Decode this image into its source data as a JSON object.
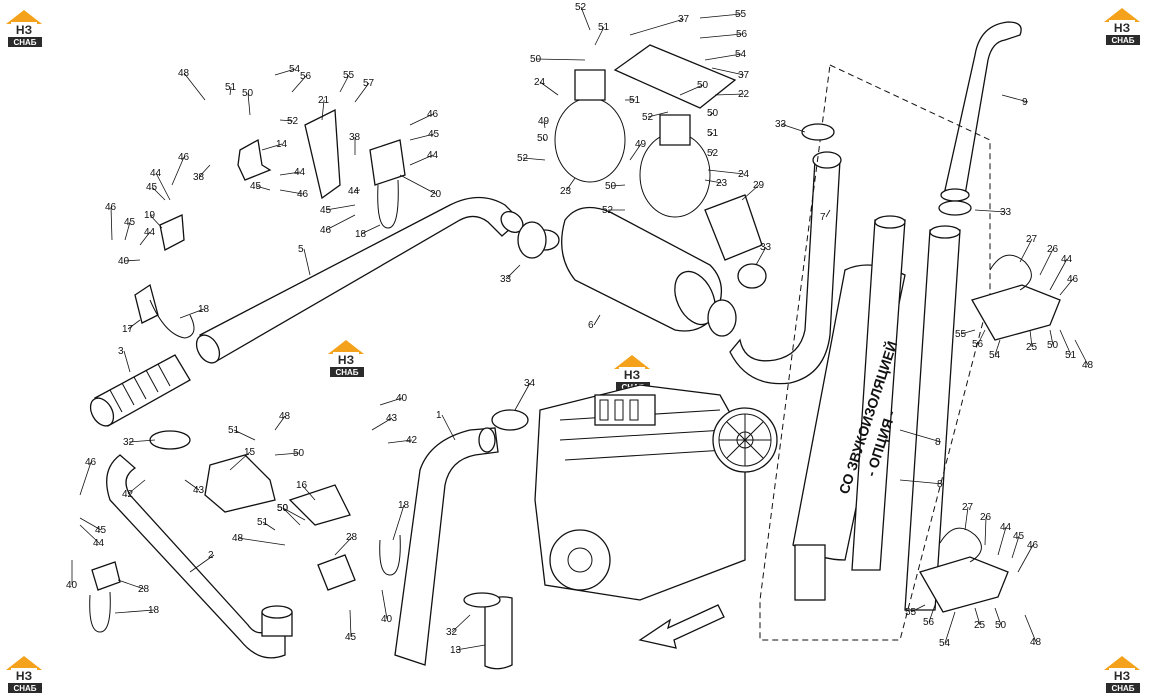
{
  "logo": {
    "mark": "НЗ",
    "word": "СНАБ",
    "color_orange": "#f4a21b",
    "color_dark": "#2b2b2b"
  },
  "option_note": {
    "line1": "СО ЗВУКОИЗОЛЯЦИЕЙ",
    "line2": "- ОПЦИЯ -"
  },
  "part_numbers": {
    "p1": "1",
    "p2": "2",
    "p3": "3",
    "p5": "5",
    "p6": "6",
    "p7": "7",
    "p8a": "8",
    "p8b": "8",
    "p9": "9",
    "p13": "13",
    "p14": "14",
    "p15": "15",
    "p16": "16",
    "p17": "17",
    "p18a": "18",
    "p18b": "18",
    "p18c": "18",
    "p18d": "18",
    "p19": "19",
    "p20": "20",
    "p21": "21",
    "p22": "22",
    "p23a": "23",
    "p23b": "23",
    "p24a": "24",
    "p24b": "24",
    "p25a": "25",
    "p25b": "25",
    "p26a": "26",
    "p26b": "26",
    "p27a": "27",
    "p27b": "27",
    "p28a": "28",
    "p28b": "28",
    "p29": "29",
    "p32a": "32",
    "p32b": "32",
    "p33a": "33",
    "p33b": "33",
    "p33c": "33",
    "p33d": "33",
    "p34": "34",
    "p37a": "37",
    "p37b": "37",
    "p38a": "38",
    "p38b": "38",
    "p40a": "40",
    "p40b": "40",
    "p40c": "40",
    "p40d": "40",
    "p42a": "42",
    "p42b": "42",
    "p43a": "43",
    "p43b": "43",
    "p44a": "44",
    "p44b": "44",
    "p44c": "44",
    "p44d": "44",
    "p44e": "44",
    "p44f": "44",
    "p44g": "44",
    "p44h": "44",
    "p45a": "45",
    "p45b": "45",
    "p45c": "45",
    "p45d": "45",
    "p45e": "45",
    "p45f": "45",
    "p45g": "45",
    "p45h": "45",
    "p46a": "46",
    "p46b": "46",
    "p46c": "46",
    "p46d": "46",
    "p46e": "46",
    "p46f": "46",
    "p46g": "46",
    "p46h": "46",
    "p48a": "48",
    "p48b": "48",
    "p48c": "48",
    "p48d": "48",
    "p48e": "48",
    "p49a": "49",
    "p49b": "49",
    "p50a": "50",
    "p50b": "50",
    "p50c": "50",
    "p50d": "50",
    "p50e": "50",
    "p50f": "50",
    "p50g": "50",
    "p50h": "50",
    "p50i": "50",
    "p50j": "50",
    "p50k": "50",
    "p51a": "51",
    "p51b": "51",
    "p51c": "51",
    "p51d": "51",
    "p51e": "51",
    "p51f": "51",
    "p51g": "51",
    "p52a": "52",
    "p52b": "52",
    "p52c": "52",
    "p52d": "52",
    "p52e": "52",
    "p52f": "52",
    "p54a": "54",
    "p54b": "54",
    "p54c": "54",
    "p54d": "54",
    "p55a": "55",
    "p55b": "55",
    "p55c": "55",
    "p55d": "55",
    "p56a": "56",
    "p56b": "56",
    "p56c": "56",
    "p56d": "56",
    "p57": "57"
  }
}
